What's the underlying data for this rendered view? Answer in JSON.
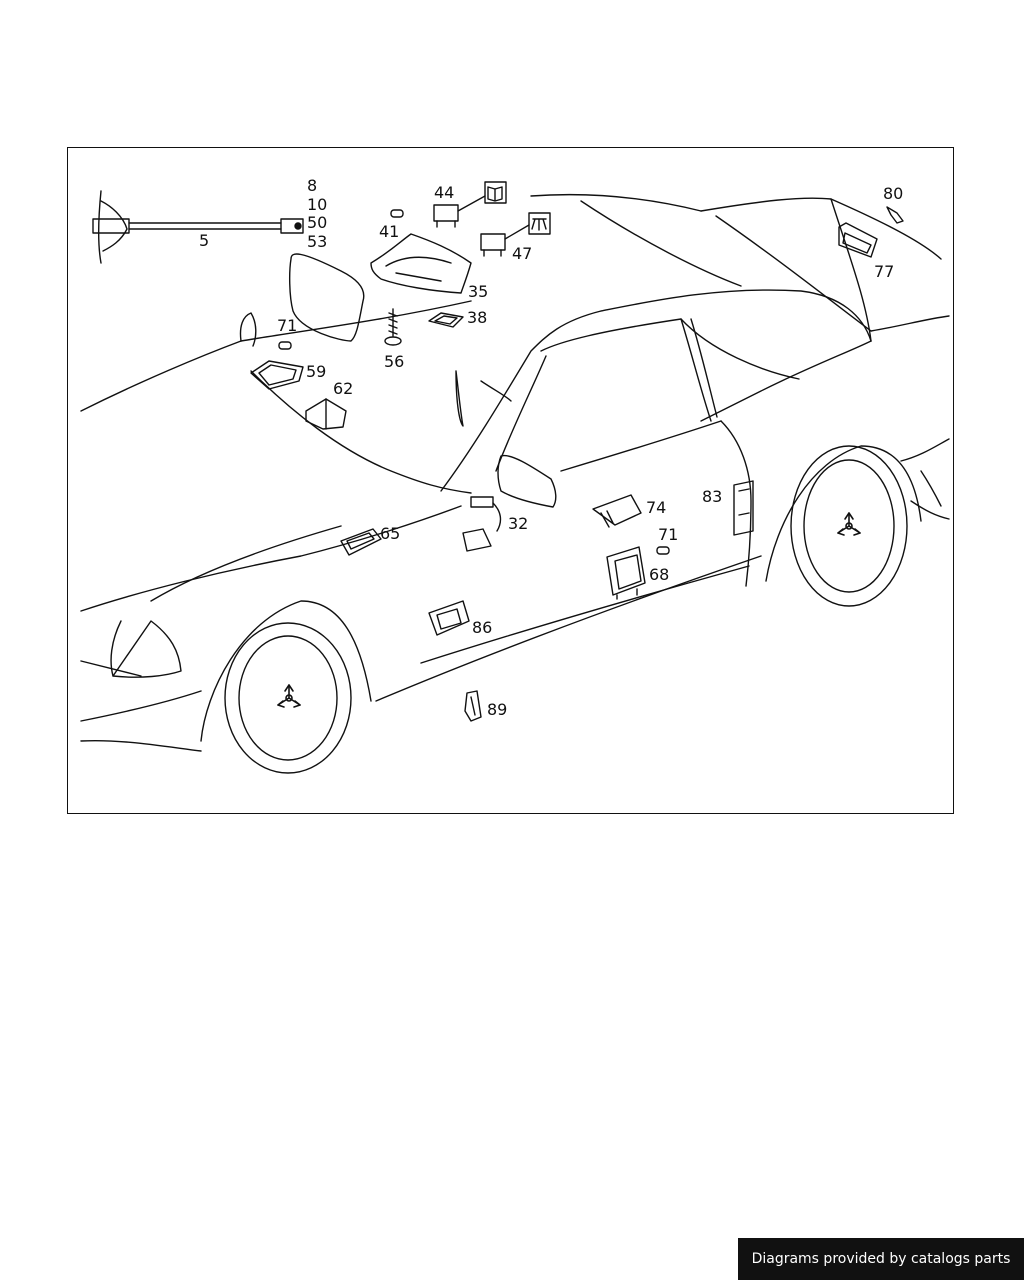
{
  "diagram": {
    "callouts": [
      {
        "id": "c8",
        "label": "8"
      },
      {
        "id": "c10",
        "label": "10"
      },
      {
        "id": "c50",
        "label": "50"
      },
      {
        "id": "c53",
        "label": "53"
      },
      {
        "id": "c5",
        "label": "5"
      },
      {
        "id": "c44",
        "label": "44"
      },
      {
        "id": "c41",
        "label": "41"
      },
      {
        "id": "c47",
        "label": "47"
      },
      {
        "id": "c35",
        "label": "35"
      },
      {
        "id": "c38",
        "label": "38"
      },
      {
        "id": "c56",
        "label": "56"
      },
      {
        "id": "c71a",
        "label": "71"
      },
      {
        "id": "c59",
        "label": "59"
      },
      {
        "id": "c62",
        "label": "62"
      },
      {
        "id": "c80",
        "label": "80"
      },
      {
        "id": "c77",
        "label": "77"
      },
      {
        "id": "c65",
        "label": "65"
      },
      {
        "id": "c32",
        "label": "32"
      },
      {
        "id": "c74",
        "label": "74"
      },
      {
        "id": "c83",
        "label": "83"
      },
      {
        "id": "c71b",
        "label": "71"
      },
      {
        "id": "c68",
        "label": "68"
      },
      {
        "id": "c86",
        "label": "86"
      },
      {
        "id": "c89",
        "label": "89"
      }
    ]
  },
  "footer": {
    "credit": "Diagrams provided by catalogs parts"
  }
}
